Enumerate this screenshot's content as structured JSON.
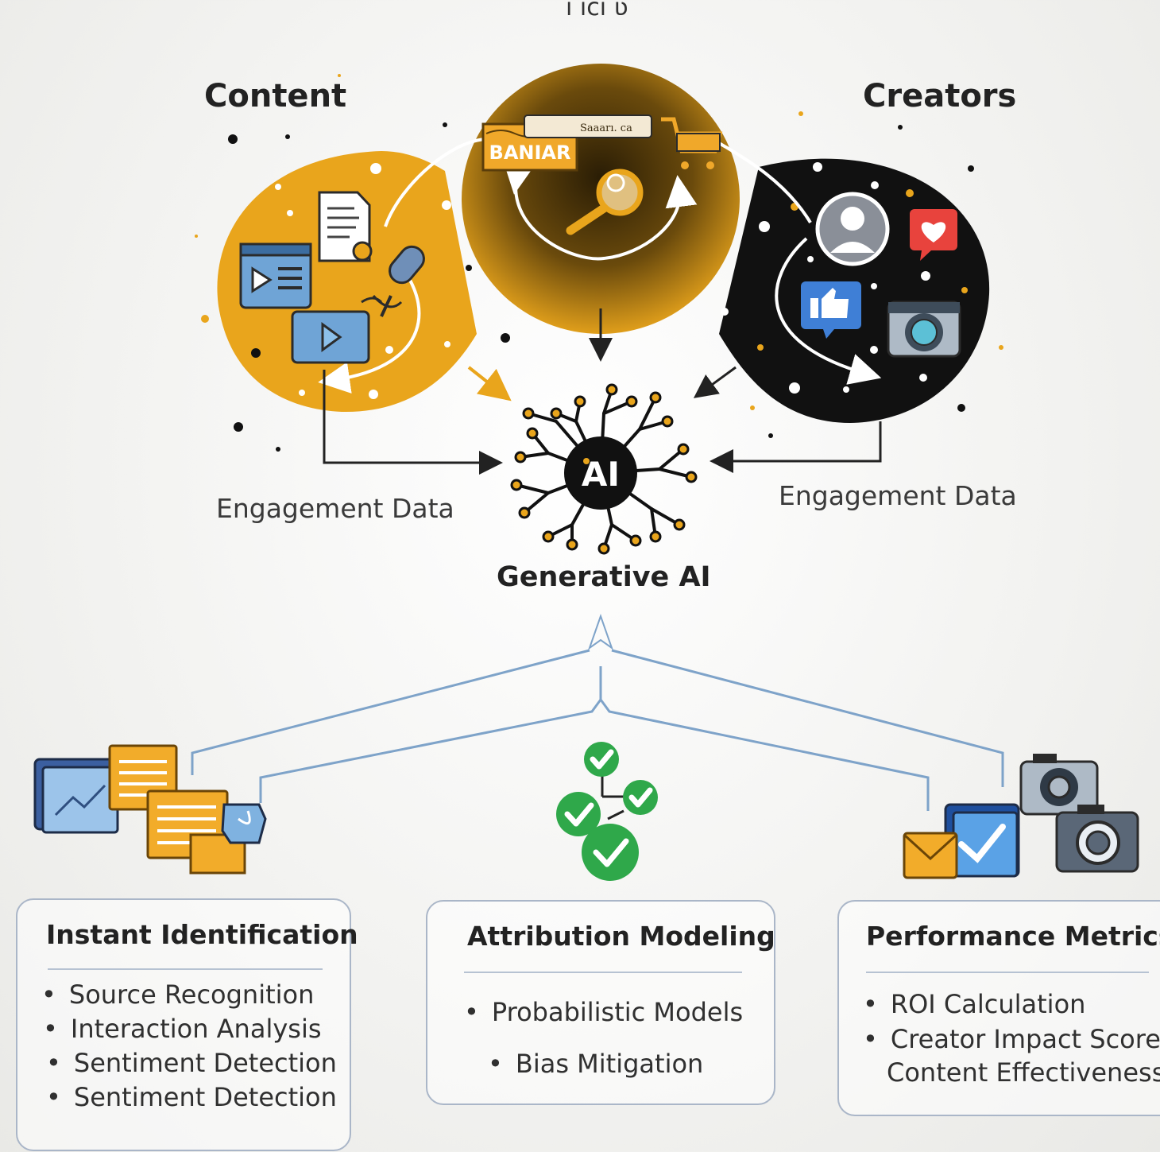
{
  "diagram": {
    "top_partial_label": "ı ıcı ʋ",
    "content_label": "Content",
    "creators_label": "Creators",
    "banner_text": "BANIAR",
    "search_bar_text": "Saaarı. ca",
    "ai_badge": "AI",
    "engagement_left": "Engagement Data",
    "engagement_right": "Engagement Data",
    "ai_label": "Generative AI",
    "colors": {
      "gold": "#e9a51c",
      "black": "#111111",
      "connector_blue": "#7ea3c9",
      "check_green": "#2fa84a"
    }
  },
  "cards": [
    {
      "title": "Instant Identification",
      "items": [
        "Source Recognition",
        "Interaction Analysis",
        "Sentiment Detection",
        "Sentiment Detection"
      ]
    },
    {
      "title": "Attribution Modeling",
      "items": [
        "Probabilistic Models",
        "Bias Mitigation"
      ]
    },
    {
      "title": "Performance Metrics",
      "items": [
        "ROI Calculation",
        "Creator Impact Score"
      ],
      "continuation": "Content Effectiveness"
    }
  ],
  "icons": {
    "content": [
      "document-icon",
      "video-player-icon",
      "microphone-icon",
      "play-screen-icon"
    ],
    "center": [
      "banner-icon",
      "search-bar-icon",
      "shopping-cart-icon",
      "magnifier-icon"
    ],
    "creators": [
      "user-profile-icon",
      "heart-bubble-icon",
      "thumbs-up-icon",
      "camera-icon"
    ],
    "cards": [
      "analytics-documents-icon",
      "checkmark-network-icon",
      "media-camera-icon"
    ]
  }
}
